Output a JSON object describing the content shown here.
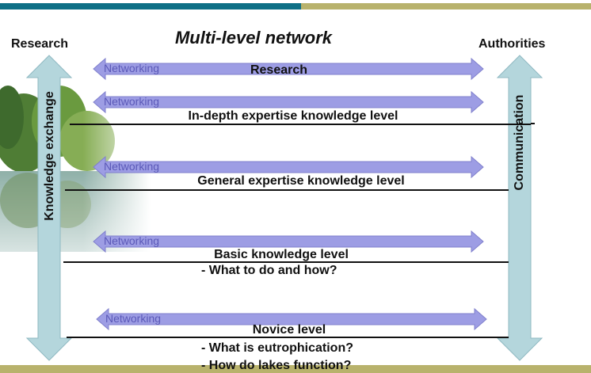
{
  "title": "Multi-level network",
  "left_heading": "Research",
  "right_heading": "Authorities",
  "left_arrow_label": "Knowledge exchange",
  "right_arrow_label": "Communication",
  "networking_label": "Networking",
  "top_level": "Research",
  "levels": [
    {
      "name": "In-depth expertise knowledge level",
      "questions": []
    },
    {
      "name": "General expertise knowledge level",
      "questions": []
    },
    {
      "name": "Basic knowledge level",
      "questions": [
        "- What to do and how?"
      ]
    },
    {
      "name": "Novice level",
      "questions": [
        "- What is eutrophication?",
        "- How do lakes function?"
      ]
    }
  ],
  "colors": {
    "top_bar_left": "#0e6f86",
    "top_bar_right": "#b8b26c",
    "bottom_bar": "#b8b26c",
    "horizontal_arrow": "#9d9de4",
    "vertical_arrow": "#b4d6dc",
    "networking_text": "#5b59b8"
  }
}
